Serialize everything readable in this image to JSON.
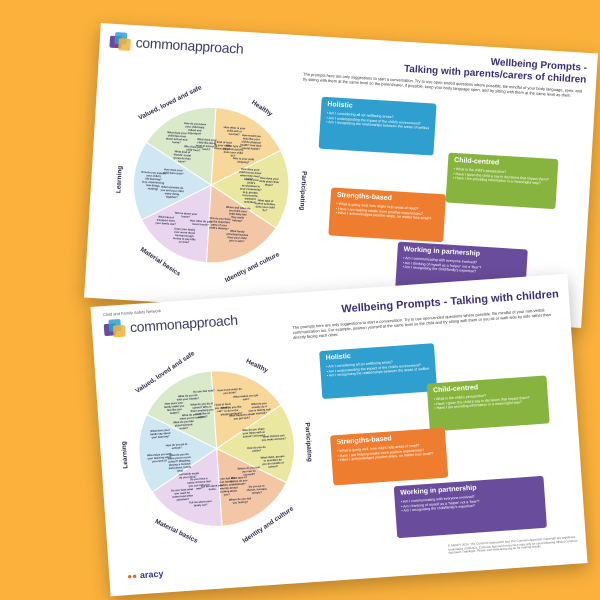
{
  "brand": {
    "logo_text": "commonapproach",
    "aracy": "aracy",
    "small_logo": "Child and Family Safety Network"
  },
  "sheet1": {
    "title_line1": "Wellbeing Prompts -",
    "title_line2": "Talking with parents/carers of children",
    "intro": "The prompts here are only suggestions to start a conversation. Try to use open-ended questions where possible. Be mindful of your body language, eyes, and try sitting with them at the same level so the parent/carer, if possible, keep your body language open, and try sitting with them at the same level as them.",
    "segments": [
      {
        "label": "Healthy",
        "color": "#f7d89a",
        "questions": [
          "What kind of food does your child eat most days?",
          "How often is your child sick or worried?",
          "What type of physical activity does your child do?",
          "How would you describe your child's physical health? And their mental health?",
          "How is your child sleeping?"
        ]
      },
      {
        "label": "Participating",
        "color": "#e9e7a0",
        "questions": [
          "How does your child let you know when they need help?",
          "How does your child share their ideas?",
          "How is your child's involvement in your community? (e.g. groups, local events, weekend activities)",
          "What type of online activities does your child do?"
        ]
      },
      {
        "label": "Identity and culture",
        "color": "#f3c7a6",
        "questions": [
          "Where and when do you think your child feels like they really belong?",
          "What family activities/routines does your child join in with?",
          "What do you think are the important parts of your child's identity?"
        ]
      },
      {
        "label": "Material basics",
        "color": "#e9d6ee",
        "questions": [
          "How often do you move house?",
          "Does your family ever worry about having enough money to pay bills on time?",
          "Tell me about your home?",
          "What kind of transport does your family use?"
        ]
      },
      {
        "label": "Learning",
        "color": "#cfe6f3",
        "questions": [
          "What activities do you and your child enjoy doing together?",
          "How do you support your child's life-learning? (e.g. experiencing new things, reading)",
          "How does your child learn best?"
        ]
      },
      {
        "label": "Valued, loved and safe",
        "color": "#d9e9c9",
        "questions": [
          "What kind of friends' social group do they have?",
          "What does your child like most about school and home?",
          "Who does your child trust?",
          "How do you know your child feels valued and important?",
          "What does your child like doing most at school or work?"
        ]
      }
    ],
    "cards": [
      {
        "title": "Holistic",
        "color": "#2e9fcf",
        "points": [
          "Am I considering all six wellbeing areas?",
          "Am I understanding the impact of the child's environment?",
          "Am I recognising the relationships between the areas of wellbeing?"
        ]
      },
      {
        "title": "Child-centred",
        "color": "#86b43e",
        "points": [
          "What is the child's perspective?",
          "Have I given the child a say in decisions that impact them?",
          "Have I am providing information in a meaningful way?"
        ]
      },
      {
        "title": "Strengths-based",
        "color": "#ee7d2f",
        "points": [
          "What is going well, how might help areas of need?",
          "Have I am helping create more positive experiences?",
          "Have I acknowledged positive steps, no matter how small?"
        ]
      },
      {
        "title": "Working in partnership",
        "color": "#6a4c9c",
        "points": [
          "Am I communicating with everyone involved?",
          "Am I thinking of myself as a 'helper' not a 'fixer'?",
          "Am I recognising the child/family's expertise?"
        ]
      }
    ]
  },
  "sheet2": {
    "title_line1": "Wellbeing Prompts - Talking with children",
    "intro": "The prompts here are only suggestions to start a conversation. Try to use open-ended questions where possible. Be mindful of your non-verbal communication too. For example, position yourself at the same level so the child and try sitting with them or you sit or walk side by side rather than directly facing each other.",
    "segments": [
      {
        "label": "Healthy",
        "color": "#f7d89a",
        "questions": [
          "What kind of food do you usually eat?",
          "How much water do you drink?",
          "What do you like to do in the playground/park?",
          "What makes you get sick?",
          "What happens when you get sick?",
          "What do you usually do if you're feeling sad or worried?"
        ]
      },
      {
        "label": "Participating",
        "color": "#e9e7a0",
        "questions": [
          "Who do you share your ideas with at school? at home?",
          "What choices can you make at home?",
          "How do you do online?",
          "What clubs, groups or activities do you do outside of school?"
        ]
      },
      {
        "label": "Identity and culture",
        "color": "#f3c7a6",
        "questions": [
          "Where do you feel you can be yourself?",
          "Do you go to church, mosque, temple?",
          "What type of things do you celebrate?",
          "Where do you feel you belong?",
          "Do you feel like your family, friends, and community accept everything about you?"
        ]
      },
      {
        "label": "Material basics",
        "color": "#e9d6ee",
        "questions": [
          "Tell me about your home.",
          "Tell me about your family car?",
          "Do you have a space at home that you can call your own?",
          "Do you have what you need for school and other activities?",
          "What family meals do you enjoy?"
        ]
      },
      {
        "label": "Learning",
        "color": "#cfe6f3",
        "questions": [
          "What do you do when you're not at school? (Reading, playing a musical instrument, family time)",
          "Who helps you with your learning when you need it?",
          "How do you go at school?",
          "What does your family say about your learning?"
        ]
      },
      {
        "label": "Valued, loved and safe",
        "color": "#d9e9c9",
        "questions": [
          "What do you like about being at home?",
          "How does your family make you feel like you matter?",
          "What do you do when you're bored?",
          "What do you do with your friends?",
          "What do you do at school? Who is there anything you don't like at school?",
          "Do you feel safe?"
        ]
      }
    ],
    "cards": [
      {
        "title": "Holistic",
        "color": "#2e9fcf",
        "points": [
          "Am I considering all six wellbeing areas?",
          "Am I understanding the impact of the child's environment?",
          "Am I recognising the relationships between the areas of wellbeing?"
        ]
      },
      {
        "title": "Child-centred",
        "color": "#86b43e",
        "points": [
          "What is the child's perspective?",
          "Have I given the child a say in decisions that impact them?",
          "Have I am providing information in a meaningful way?"
        ]
      },
      {
        "title": "Strengths-based",
        "color": "#ee7d2f",
        "points": [
          "What is going well, how might help areas of need?",
          "Have I am helping create more positive experiences?",
          "Have I acknowledged positive steps, no matter how small?"
        ]
      },
      {
        "title": "Working in partnership",
        "color": "#6a4c9c",
        "points": [
          "Am I communicating with everyone involved?",
          "Am I thinking of myself as a 'helper' not a 'fixer'?",
          "Am I recognising the child/family's expertise?"
        ]
      }
    ],
    "footer_fine": "© ARACY 2024. The Common Approach® and The Common Approach Training® are registered trademarks of ARACY. Common Approach resources may only be used following official Common Approach Training®. Please visit www.aracy.org.au for training details."
  }
}
